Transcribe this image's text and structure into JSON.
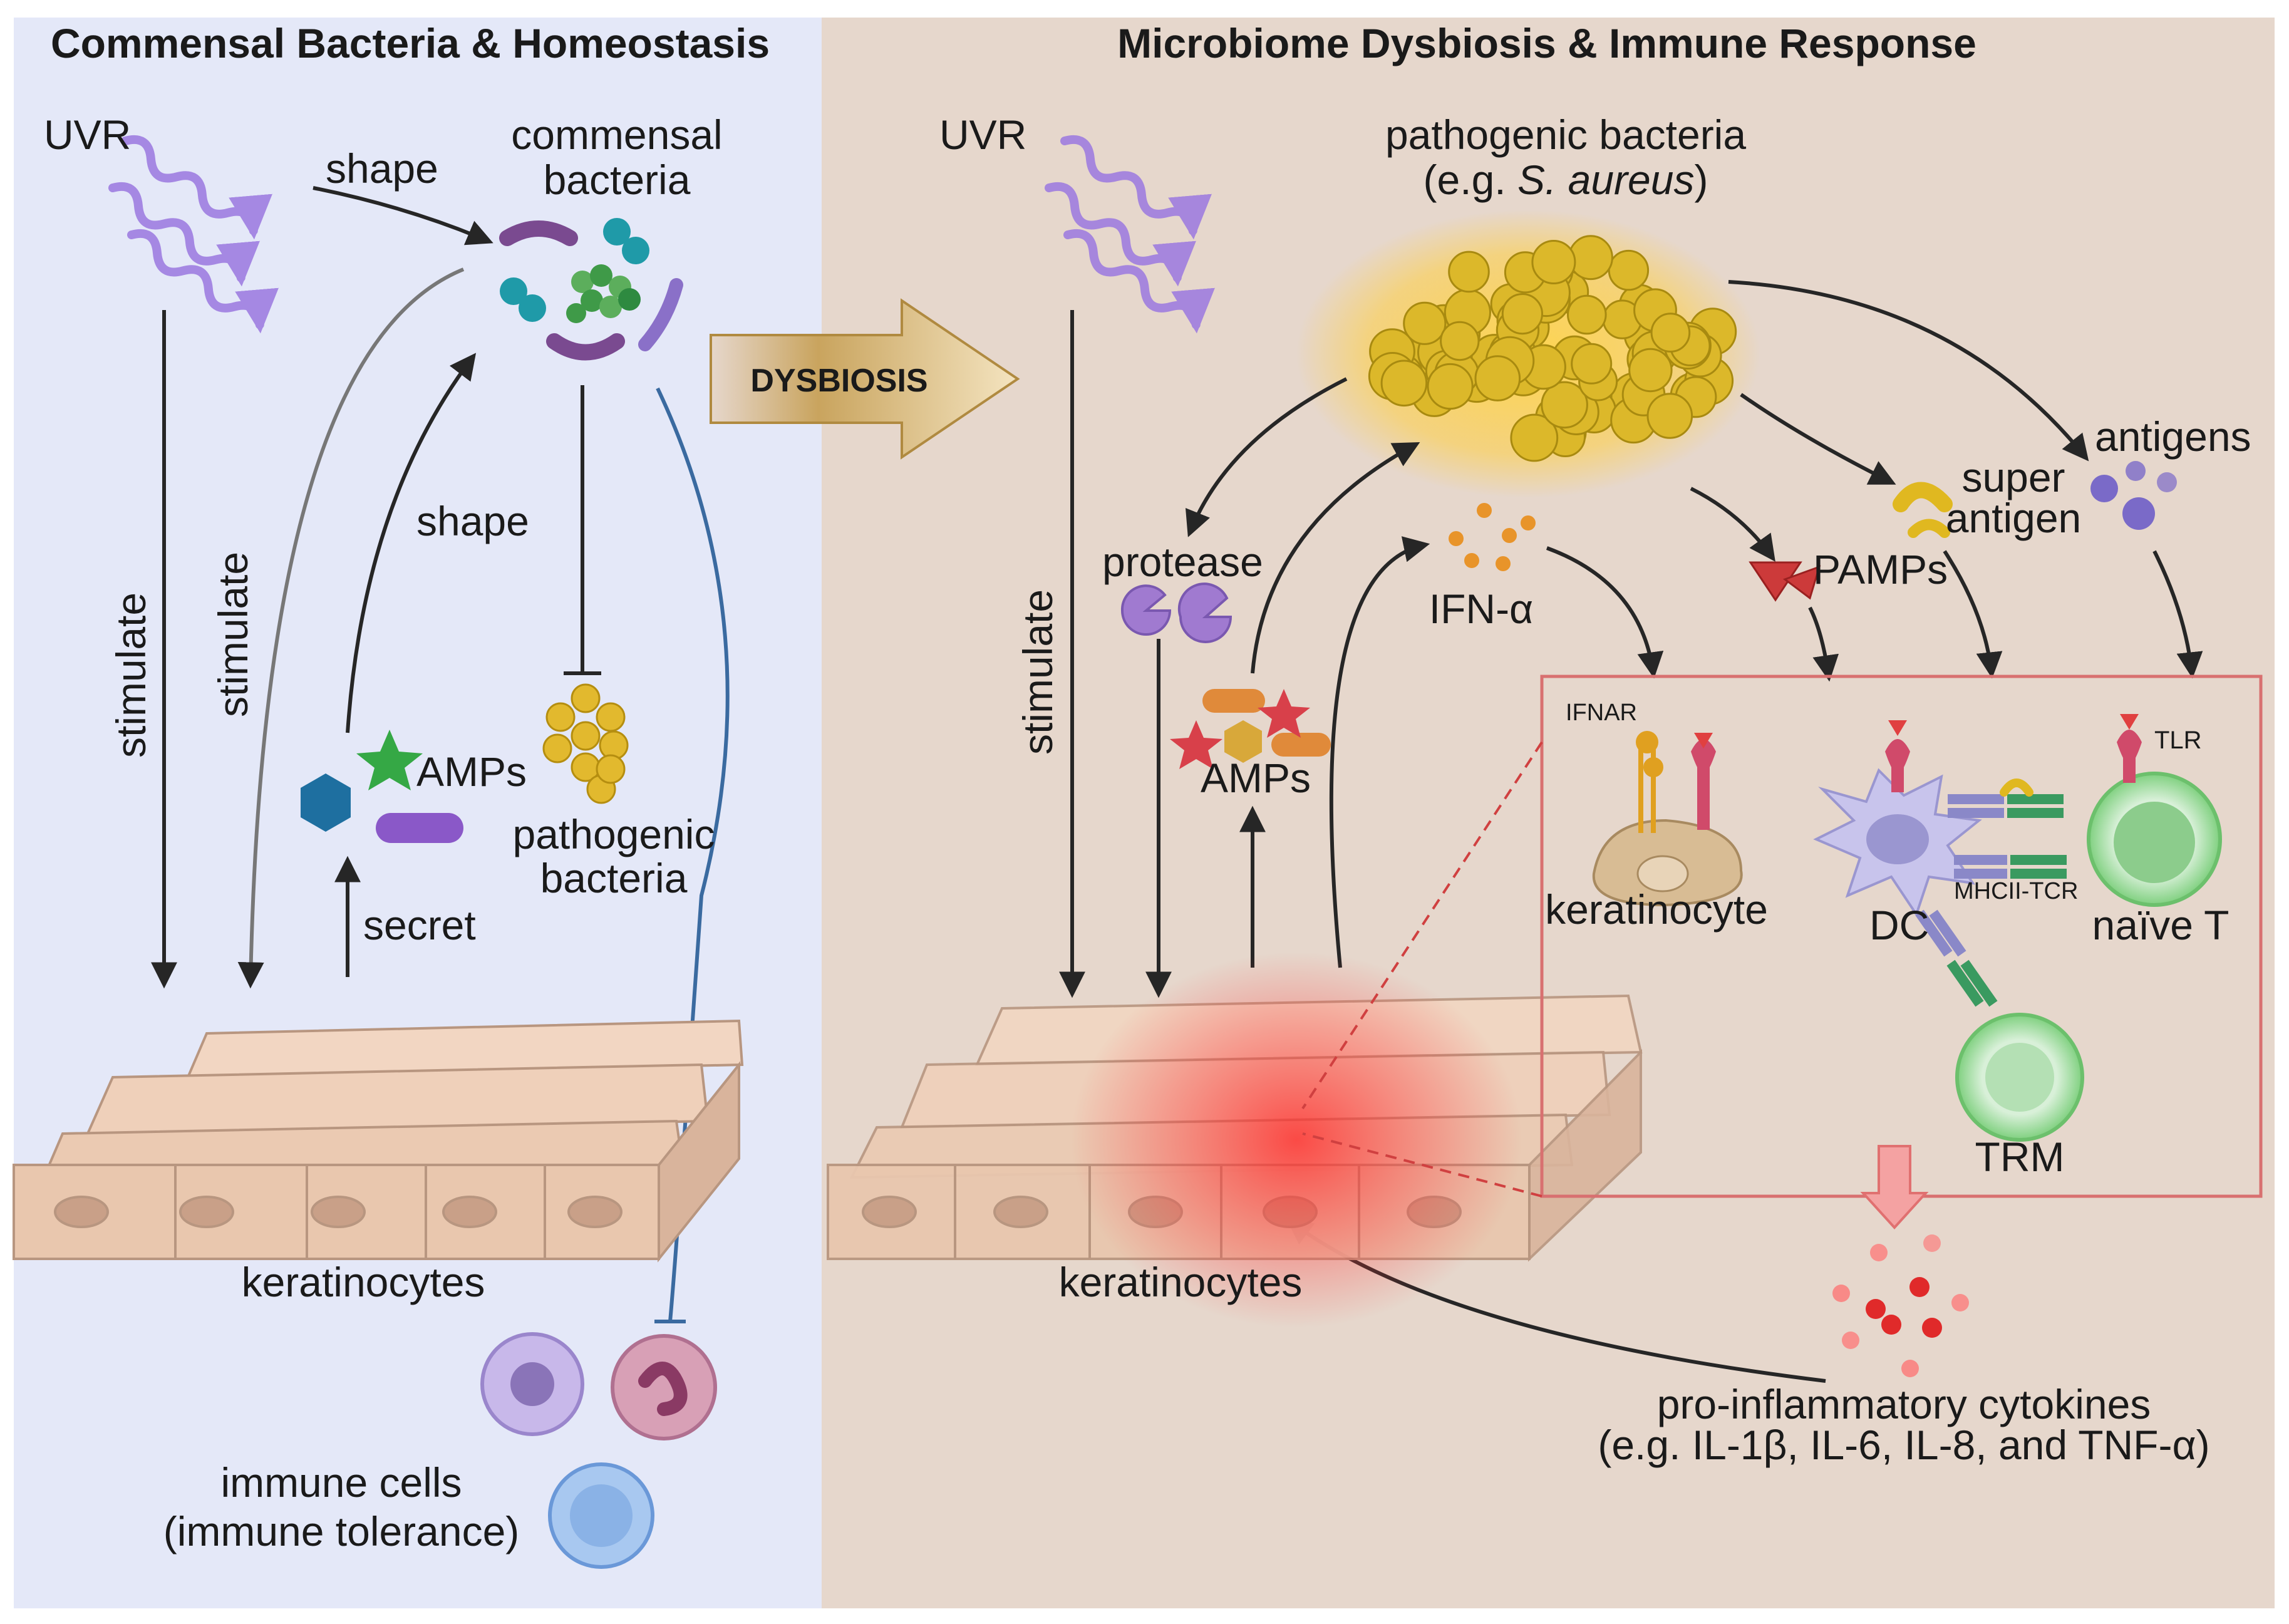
{
  "left_panel": {
    "title": "Commensal Bacteria & Homeostasis",
    "uvr": "UVR",
    "shape_top": "shape",
    "commensal_bacteria": [
      "commensal",
      "bacteria"
    ],
    "stimulate_1": "stimulate",
    "stimulate_2": "stimulate",
    "shape_mid": "shape",
    "amps": "AMPs",
    "pathogenic_bacteria": [
      "pathogenic",
      "bacteria"
    ],
    "secret": "secret",
    "keratinocytes": "keratinocytes",
    "immune_cells": [
      "immune cells",
      "(immune tolerance)"
    ]
  },
  "transition": {
    "dysbiosis": "DYSBIOSIS"
  },
  "right_panel": {
    "title": "Microbiome Dysbiosis & Immune Response",
    "uvr": "UVR",
    "pathogenic_bacteria": [
      "pathogenic bacteria",
      "(e.g. ",
      "S. aureus",
      ")"
    ],
    "protease": "protease",
    "stimulate": "stimulate",
    "amps": "AMPs",
    "ifn": "IFN-α",
    "pamps": "PAMPs",
    "super_antigen": [
      "super",
      "antigen"
    ],
    "antigens": "antigens",
    "keratinocytes": "keratinocytes",
    "cytokines": [
      "pro-inflammatory cytokines",
      "(e.g. IL-1β, IL-6, IL-8, and TNF-α)"
    ]
  },
  "inset": {
    "ifnar": "IFNAR",
    "tlr": "TLR",
    "keratinocyte": "keratinocyte",
    "dc": "DC",
    "mhc_tcr": "MHCII-TCR",
    "naive_t": "naïve T",
    "trm": "TRM"
  },
  "colors": {
    "left_bg": "#e4e8f8",
    "right_bg": "#e6d7cc",
    "arrow": "#262626",
    "uvr_wave": "#9b78e0",
    "skin_cell": "#efcfb8",
    "inset_border": "#d87070",
    "inflammation": "#ff2a2a",
    "pathogen": "#e0b828"
  }
}
